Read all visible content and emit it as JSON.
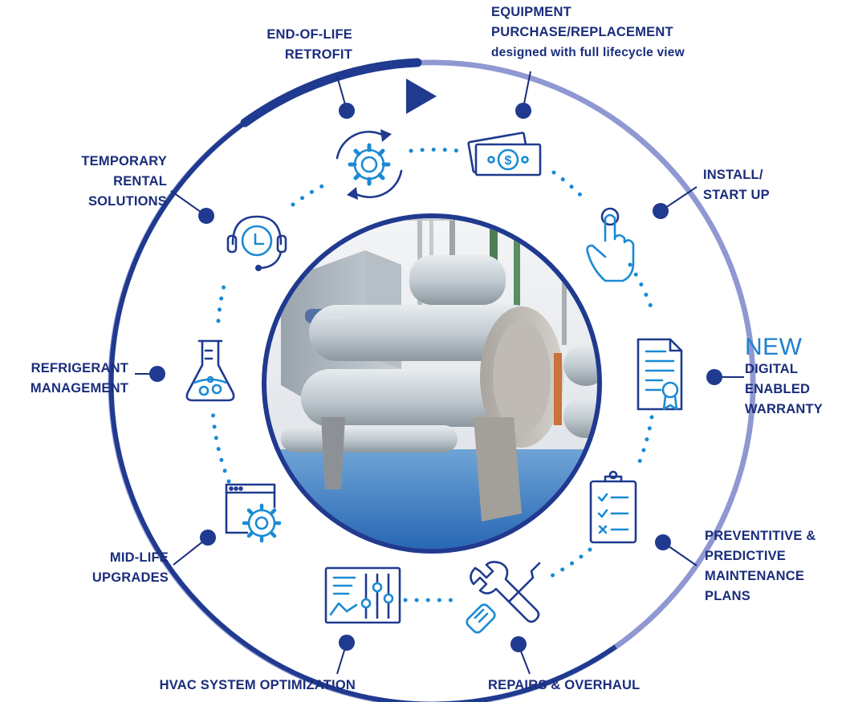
{
  "colors": {
    "navy": "#1f3a8f",
    "ring_light": "#8f98d2",
    "icon_blue": "#1a8ad4",
    "text_navy": "#1a2d7c",
    "new_blue": "#1f7fd0"
  },
  "stages": [
    {
      "id": "equipment",
      "lines": [
        "EQUIPMENT",
        "PURCHASE/REPLACEMENT"
      ],
      "sub": "designed with full lifecycle view",
      "icon": "money-icon"
    },
    {
      "id": "install",
      "lines": [
        "INSTALL/",
        "START UP"
      ],
      "icon": "hand-pointer-icon"
    },
    {
      "id": "warranty",
      "new_tag": "NEW",
      "lines": [
        "DIGITAL",
        "ENABLED",
        "WARRANTY"
      ],
      "icon": "certificate-icon"
    },
    {
      "id": "maintenance",
      "lines": [
        "PREVENTITIVE &",
        "PREDICTIVE",
        "MAINTENANCE",
        "PLANS"
      ],
      "icon": "clipboard-checklist-icon"
    },
    {
      "id": "repairs",
      "lines": [
        "REPAIRS & OVERHAUL"
      ],
      "icon": "wrench-screwdriver-icon"
    },
    {
      "id": "optimization",
      "lines": [
        "HVAC SYSTEM OPTIMIZATION"
      ],
      "icon": "control-panel-icon"
    },
    {
      "id": "midlife",
      "lines": [
        "MID-LIFE",
        "UPGRADES"
      ],
      "icon": "window-gear-icon"
    },
    {
      "id": "refrigerant",
      "lines": [
        "REFRIGERANT",
        "MANAGEMENT"
      ],
      "icon": "flask-icon"
    },
    {
      "id": "rental",
      "lines": [
        "TEMPORARY",
        "RENTAL",
        "SOLUTIONS"
      ],
      "icon": "clock-headset-icon"
    },
    {
      "id": "retrofit",
      "lines": [
        "END-OF-LIFE",
        "RETROFIT"
      ],
      "icon": "gear-cycle-icon"
    }
  ],
  "center_image": {
    "brand_mark": "Carrier",
    "subject": "chiller-unit"
  }
}
